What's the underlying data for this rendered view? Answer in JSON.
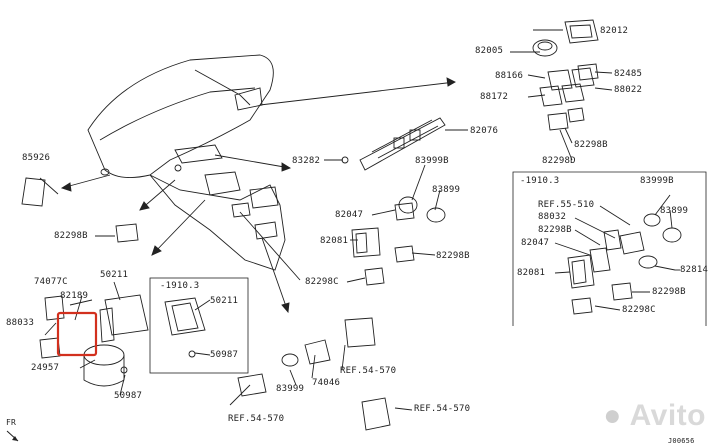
{
  "labels": {
    "p82012": "82012",
    "p82005": "82005",
    "p88166": "88166",
    "p82485": "82485",
    "p88172": "88172",
    "p82022": "88022",
    "p82076": "82076",
    "p82298b_a": "82298B",
    "p82298d": "82298D",
    "p85926": "85926",
    "p83282": "83282",
    "p83999b_a": "83999B",
    "p83899_a": "83899",
    "p82047_a": "82047",
    "p82081_a": "82081",
    "p82298b_b": "82298B",
    "p82298c_a": "82298C",
    "p82298b_c": "82298B",
    "p74077c": "74077C",
    "p50211_a": "50211",
    "p82189": "82189",
    "p88033": "88033",
    "p24957": "24957",
    "p50987_a": "50987",
    "p50211_b": "50211",
    "p50987_b": "50987",
    "p83999_b": "83999",
    "p74046": "74046",
    "ref54_a": "REF.54-570",
    "ref54_b": "REF.54-570",
    "ref54_c": "REF.54-570",
    "box_right_title": "-1910.3",
    "box_left_title": "-1910.3",
    "r_83999b": "83999B",
    "r_ref55": "REF.55-510",
    "r_83899": "83899",
    "r_88032": "88032",
    "r_82298b_a": "82298B",
    "r_82047": "82047",
    "r_82081": "82081",
    "r_82814": "82814",
    "r_82298b_b": "82298B",
    "r_82298c": "82298C",
    "fr": "FR",
    "code": "J00656"
  },
  "watermark": "Avito",
  "colors": {
    "line": "#222222",
    "highlight": "#d2301e",
    "watermark": "#d9d9d9"
  }
}
